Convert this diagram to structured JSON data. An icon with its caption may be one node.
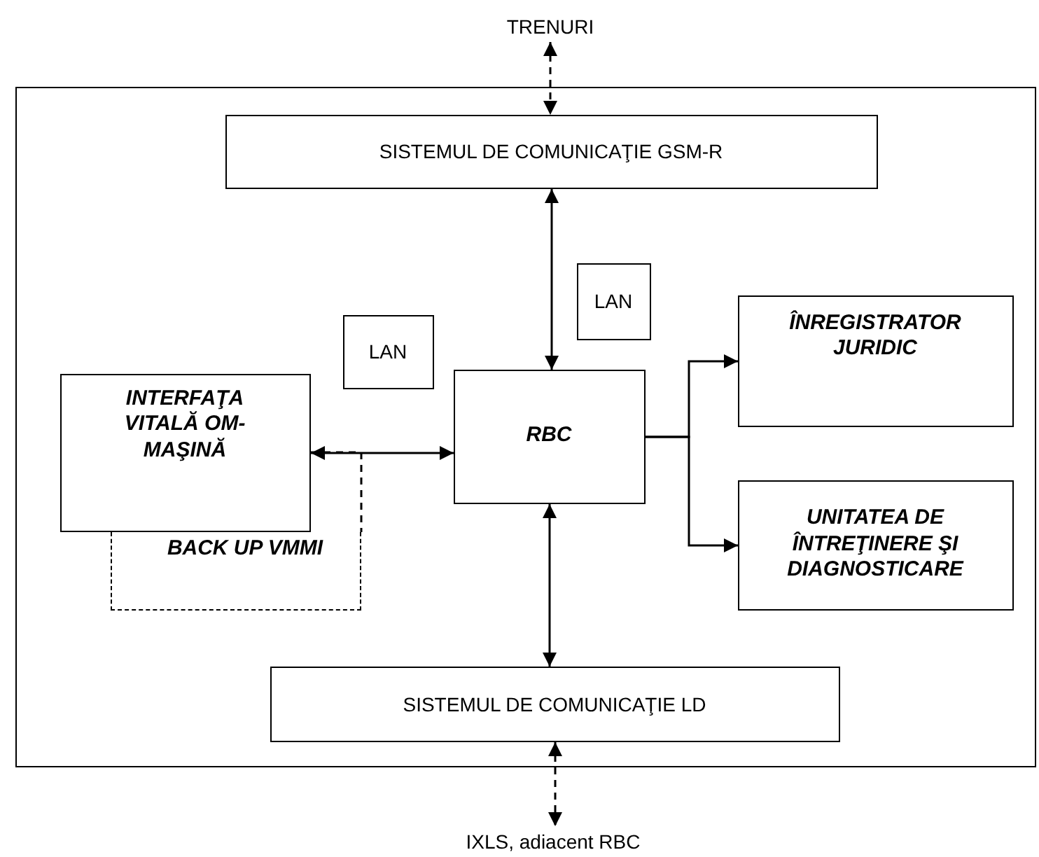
{
  "diagram": {
    "nodes": [
      {
        "text": [
          "TRENURI"
        ]
      },
      {
        "text": [],
        "shape": "box"
      },
      {
        "text": [
          "SISTEMUL DE COMUNICAŢIE GSM-R"
        ],
        "in": 1
      },
      {
        "text": [
          "LAN"
        ],
        "in": 1
      },
      {
        "text": [
          "LAN"
        ],
        "in": 1
      },
      {
        "text": [
          "BACK UP VMMI"
        ],
        "in": 1
      },
      {
        "text": [
          "INTERFAŢA VITALĂ OM-MAŞINĂ"
        ],
        "in": 1
      },
      {
        "text": [
          "RBC"
        ],
        "in": 1
      },
      {
        "text": [
          "ÎNREGISTRATOR JURIDIC"
        ],
        "in": 1
      },
      {
        "text": [
          "UNITATEA DE ÎNTREŢINERE ŞI DIAGNOSTICARE"
        ],
        "in": 1
      },
      {
        "text": [
          "SISTEMUL DE COMUNICAŢIE LD"
        ],
        "in": 1
      },
      {
        "text": [
          "IXLS, adiacent RBC"
        ]
      }
    ],
    "edges": [
      {
        "from": 0,
        "to": 2,
        "arrow": "both",
        "style": "dashed"
      },
      {
        "from": 2,
        "to": 7,
        "arrow": "both"
      },
      {
        "from": 6,
        "to": 7,
        "arrow": "both"
      },
      {
        "from": 7,
        "to": 8,
        "arrow": "to"
      },
      {
        "from": 7,
        "to": 9,
        "arrow": "to"
      },
      {
        "from": 7,
        "to": 10,
        "arrow": "both"
      },
      {
        "from": 10,
        "to": 11,
        "arrow": "both",
        "style": "dashed"
      }
    ]
  }
}
